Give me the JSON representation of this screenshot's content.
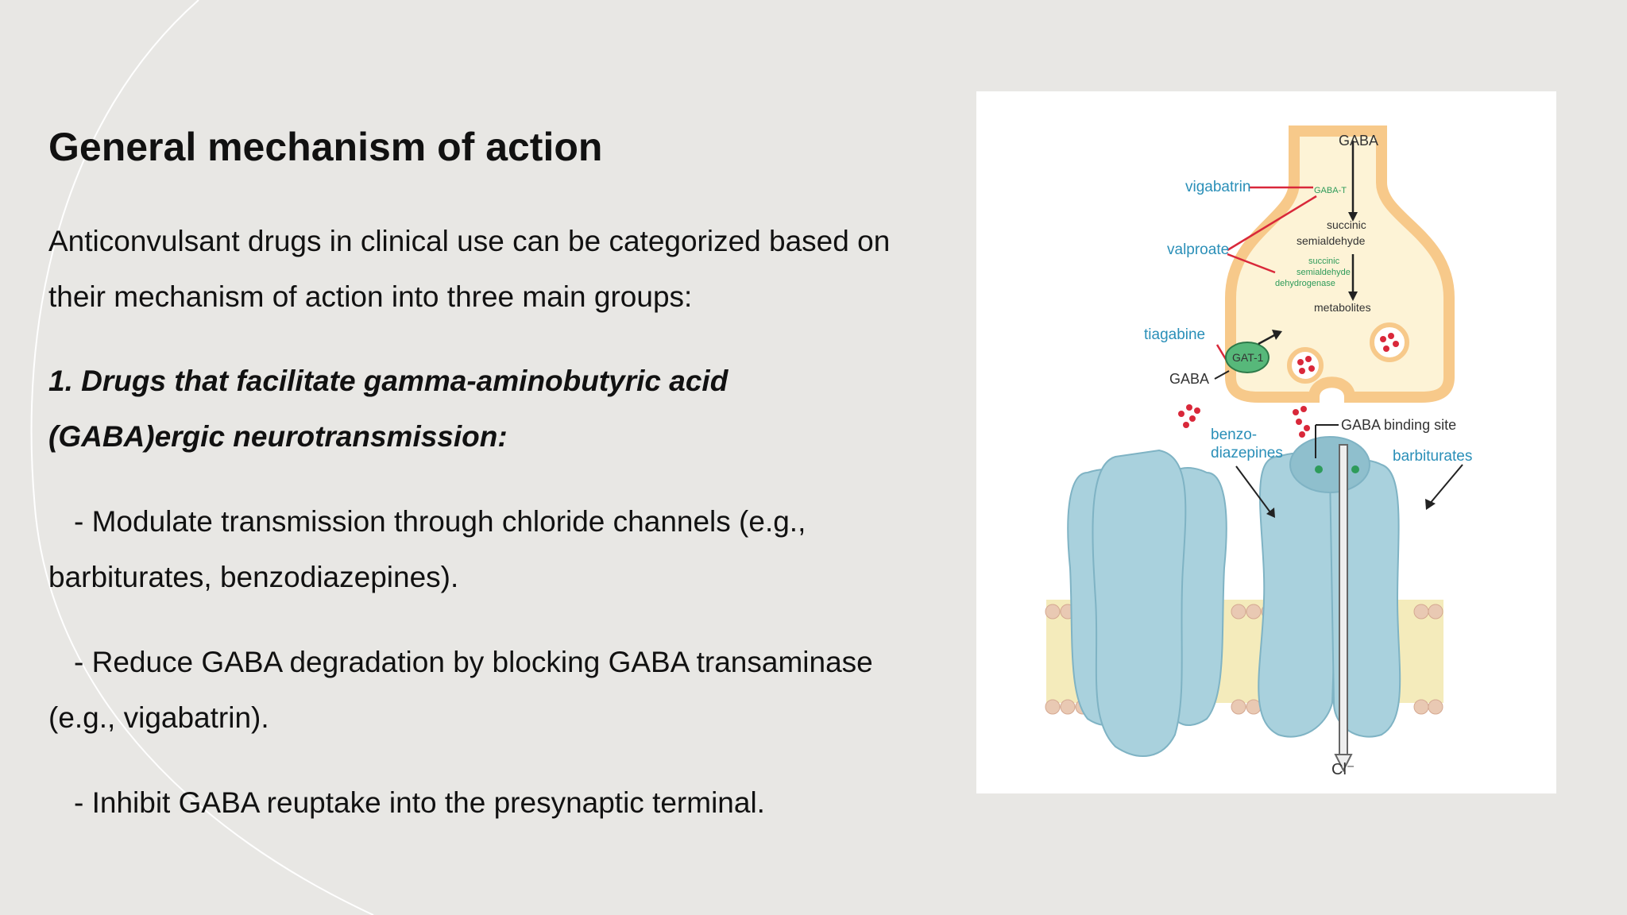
{
  "slide": {
    "title": "General mechanism of action",
    "intro_line1": "Anticonvulsant drugs in clinical use can be categorized based on",
    "intro_line2": "their mechanism of action into three main groups:",
    "group1_line1": "1. Drugs that facilitate gamma-aminobutyric acid",
    "group1_line2": "(GABA)ergic neurotransmission:",
    "bullets": [
      {
        "line1": "- Modulate transmission through chloride channels (e.g.,",
        "line2": "barbiturates, benzodiazepines)."
      },
      {
        "line1": "- Reduce GABA degradation by blocking GABA transaminase",
        "line2": "(e.g., vigabatrin)."
      },
      {
        "line1": "- Inhibit GABA reuptake into the presynaptic terminal.",
        "line2": ""
      }
    ]
  },
  "figure": {
    "labels": {
      "gaba_top": "GABA",
      "vigabatrin": "vigabatrin",
      "gaba_t": "GABA-T",
      "succinic": "succinic",
      "semialdehyde": "semialdehyde",
      "ssadh1": "succinic",
      "ssadh2": "semialdehyde",
      "ssadh3": "dehydrogenase",
      "valproate": "valproate",
      "metabolites": "metabolites",
      "tiagabine": "tiagabine",
      "gat1": "GAT-1",
      "gaba_left": "GABA",
      "binding_site": "GABA binding site",
      "benzo1": "benzo-",
      "benzo2": "diazepines",
      "barbiturates": "barbiturates",
      "chloride": "Cl⁻"
    },
    "colors": {
      "drug_label": "#2a8fb8",
      "enzyme_label": "#2e9b5a",
      "inhibition": "#d9283a",
      "terminal": "#f7c98a",
      "channel": "#a9d1dd"
    }
  }
}
